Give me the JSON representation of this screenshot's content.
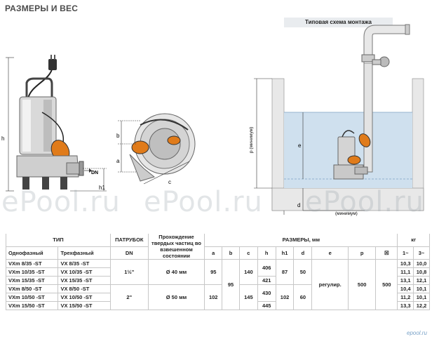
{
  "title": "РАЗМЕРЫ И ВЕС",
  "install_caption": "Типовая схема монтажа",
  "watermark": "ePool.ru",
  "watermark_logo": "epool.ru",
  "drawing_labels": {
    "h": "h",
    "h1": "h1",
    "dn": "DN",
    "a": "a",
    "b": "b",
    "c": "c",
    "p_min": "p (минимум)",
    "e": "e",
    "d": "d",
    "min": "(минимум)"
  },
  "table": {
    "headers": {
      "type": "ТИП",
      "outlet": "ПАТРУБОК",
      "solids": "Прохождение твердых частиц во взвешенном состоянии",
      "dimensions": "РАЗМЕРЫ, мм",
      "weight": "кг",
      "single_phase": "Однофазный",
      "three_phase": "Трехфазный",
      "dn": "DN",
      "a": "a",
      "b": "b",
      "c": "c",
      "h": "h",
      "h1": "h1",
      "d": "d",
      "e": "e",
      "p": "p",
      "sq": "☒",
      "w1": "1~",
      "w3": "3~"
    },
    "rows": [
      {
        "single": "VXm 8/35   -ST",
        "three": "VX 8/35   -ST",
        "h": "406",
        "w1": "10,3",
        "w3": "10,0"
      },
      {
        "single": "VXm 10/35 -ST",
        "three": "VX 10/35 -ST",
        "h": "",
        "w1": "11,1",
        "w3": "10,8"
      },
      {
        "single": "VXm 15/35 -ST",
        "three": "VX 15/35 -ST",
        "h": "421",
        "w1": "13,1",
        "w3": "12,1"
      },
      {
        "single": "VXm 8/50   -ST",
        "three": "VX 8/50   -ST",
        "h": "430",
        "w1": "10,4",
        "w3": "10,1"
      },
      {
        "single": "VXm 10/50 -ST",
        "three": "VX 10/50 -ST",
        "h": "",
        "w1": "11,2",
        "w3": "10,1"
      },
      {
        "single": "VXm 15/50 -ST",
        "three": "VX 15/50 -ST",
        "h": "445",
        "w1": "13,3",
        "w3": "12,2"
      }
    ],
    "group1": {
      "dn": "1½\"",
      "solids": "Ø 40 мм",
      "a": "95",
      "c": "140",
      "h1": "87",
      "d": "50"
    },
    "group2": {
      "dn": "2\"",
      "solids": "Ø 50 мм",
      "a": "102",
      "c": "145",
      "h1": "102",
      "d": "60"
    },
    "shared": {
      "b": "95",
      "e": "регулир.",
      "p": "500",
      "sq": "500"
    }
  }
}
